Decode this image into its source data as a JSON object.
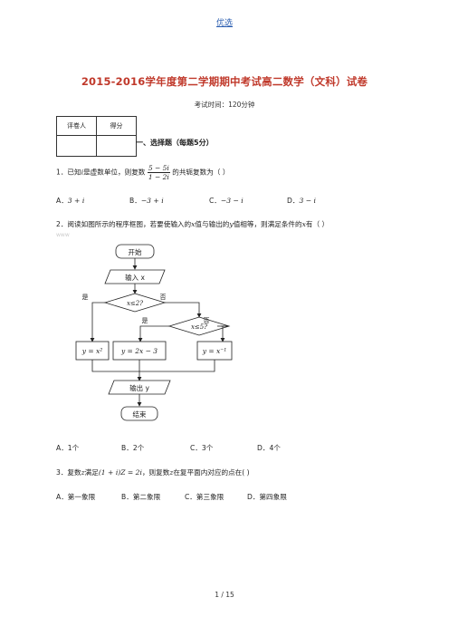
{
  "header": {
    "link_text": "优选"
  },
  "title": "2015-2016学年度第二学期期中考试高二数学（文科）试卷",
  "exam_time": "考试时间：120分钟",
  "score_table": {
    "col1": "评卷人",
    "col2": "得分"
  },
  "section": "一、选择题（每题5分）",
  "q1": {
    "prefix": "1．已知",
    "var": "i",
    "mid": "是虚数单位，则复数",
    "frac_num": "5 − 5i",
    "frac_den": "1 − 2i",
    "suffix": "的共轭复数为（        ）",
    "options": [
      {
        "label": "A．",
        "value": "3 + i"
      },
      {
        "label": "B．",
        "value": "−3 + i"
      },
      {
        "label": "C．",
        "value": "−3 − i"
      },
      {
        "label": "D．",
        "value": "3 − i"
      }
    ]
  },
  "q2": {
    "prefix": "2．阅读如图所示的程序框图，若要使输入的",
    "var": "x",
    "mid": "值与输出的",
    "var2": "y",
    "suffix": "值相等，则满足条件的",
    "var3": "x",
    "tail": "有（        ）",
    "faint_text": "www",
    "flowchart": {
      "start": "开始",
      "input": "输入 x",
      "cond1": "x≤2?",
      "cond2": "x≤5?",
      "yes": "是",
      "no": "否",
      "f1": "y = x²",
      "f2": "y = 2x − 3",
      "f3": "y = x⁻¹",
      "output": "输出 y",
      "end": "结束"
    },
    "options": [
      {
        "label": "A．",
        "value": "1个"
      },
      {
        "label": "B．",
        "value": "2个"
      },
      {
        "label": "C．",
        "value": "3个"
      },
      {
        "label": "D．",
        "value": "4个"
      }
    ]
  },
  "q3": {
    "prefix": "3．复数",
    "var": "z",
    "mid": "满足",
    "eq": "(1 + i)Z = 2i",
    "suffix": "，则复数",
    "var2": "z",
    "tail": "在复平面内对应的点在(      )",
    "options": [
      {
        "label": "A．",
        "value": "第一象限"
      },
      {
        "label": "B．",
        "value": "第二象限"
      },
      {
        "label": "C．",
        "value": "第三象限"
      },
      {
        "label": "D．",
        "value": "第四象限"
      }
    ]
  },
  "footer": {
    "page": "1  /  15"
  }
}
